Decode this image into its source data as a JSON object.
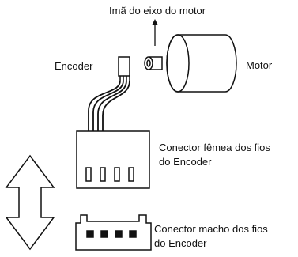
{
  "labels": {
    "magnet": "Imã do eixo do motor",
    "encoder": "Encoder",
    "motor": "Motor",
    "female_line1": "Conector fêmea dos fios",
    "female_line2": "do Encoder",
    "male_line1": "Conector macho dos fios",
    "male_line2": "do Encoder"
  }
}
